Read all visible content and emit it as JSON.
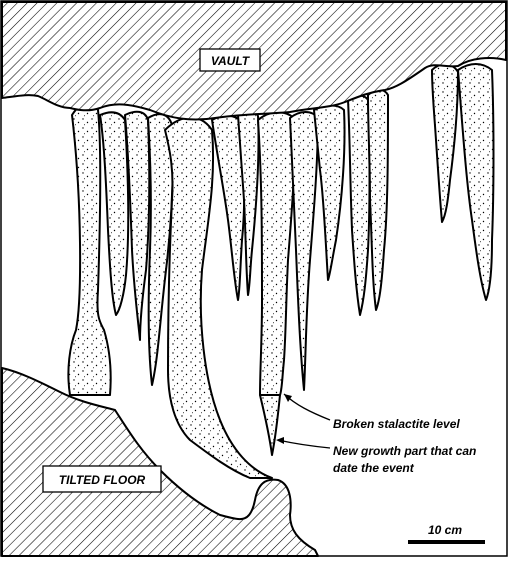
{
  "labels": {
    "vault": "VAULT",
    "tilted_floor": "TILTED FLOOR",
    "broken_level": "Broken stalactite level",
    "new_growth_line1": "New growth part that can",
    "new_growth_line2": "date the event",
    "scale_bar": "10 cm"
  }
}
